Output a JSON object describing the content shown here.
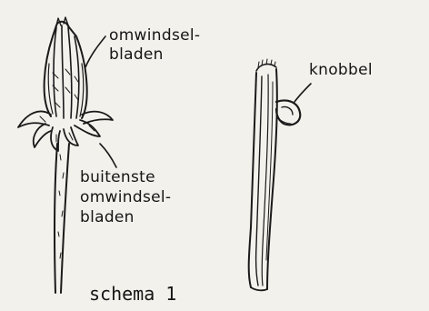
{
  "labels": {
    "omwindsel_top_line1": "omwindsel-",
    "omwindsel_top_line2": "bladen",
    "knobbel": "knobbel",
    "buitenste_line1": "buitenste",
    "buitenste_line2": "omwindsel-",
    "buitenste_line3": "bladen"
  },
  "caption": "schema 1"
}
